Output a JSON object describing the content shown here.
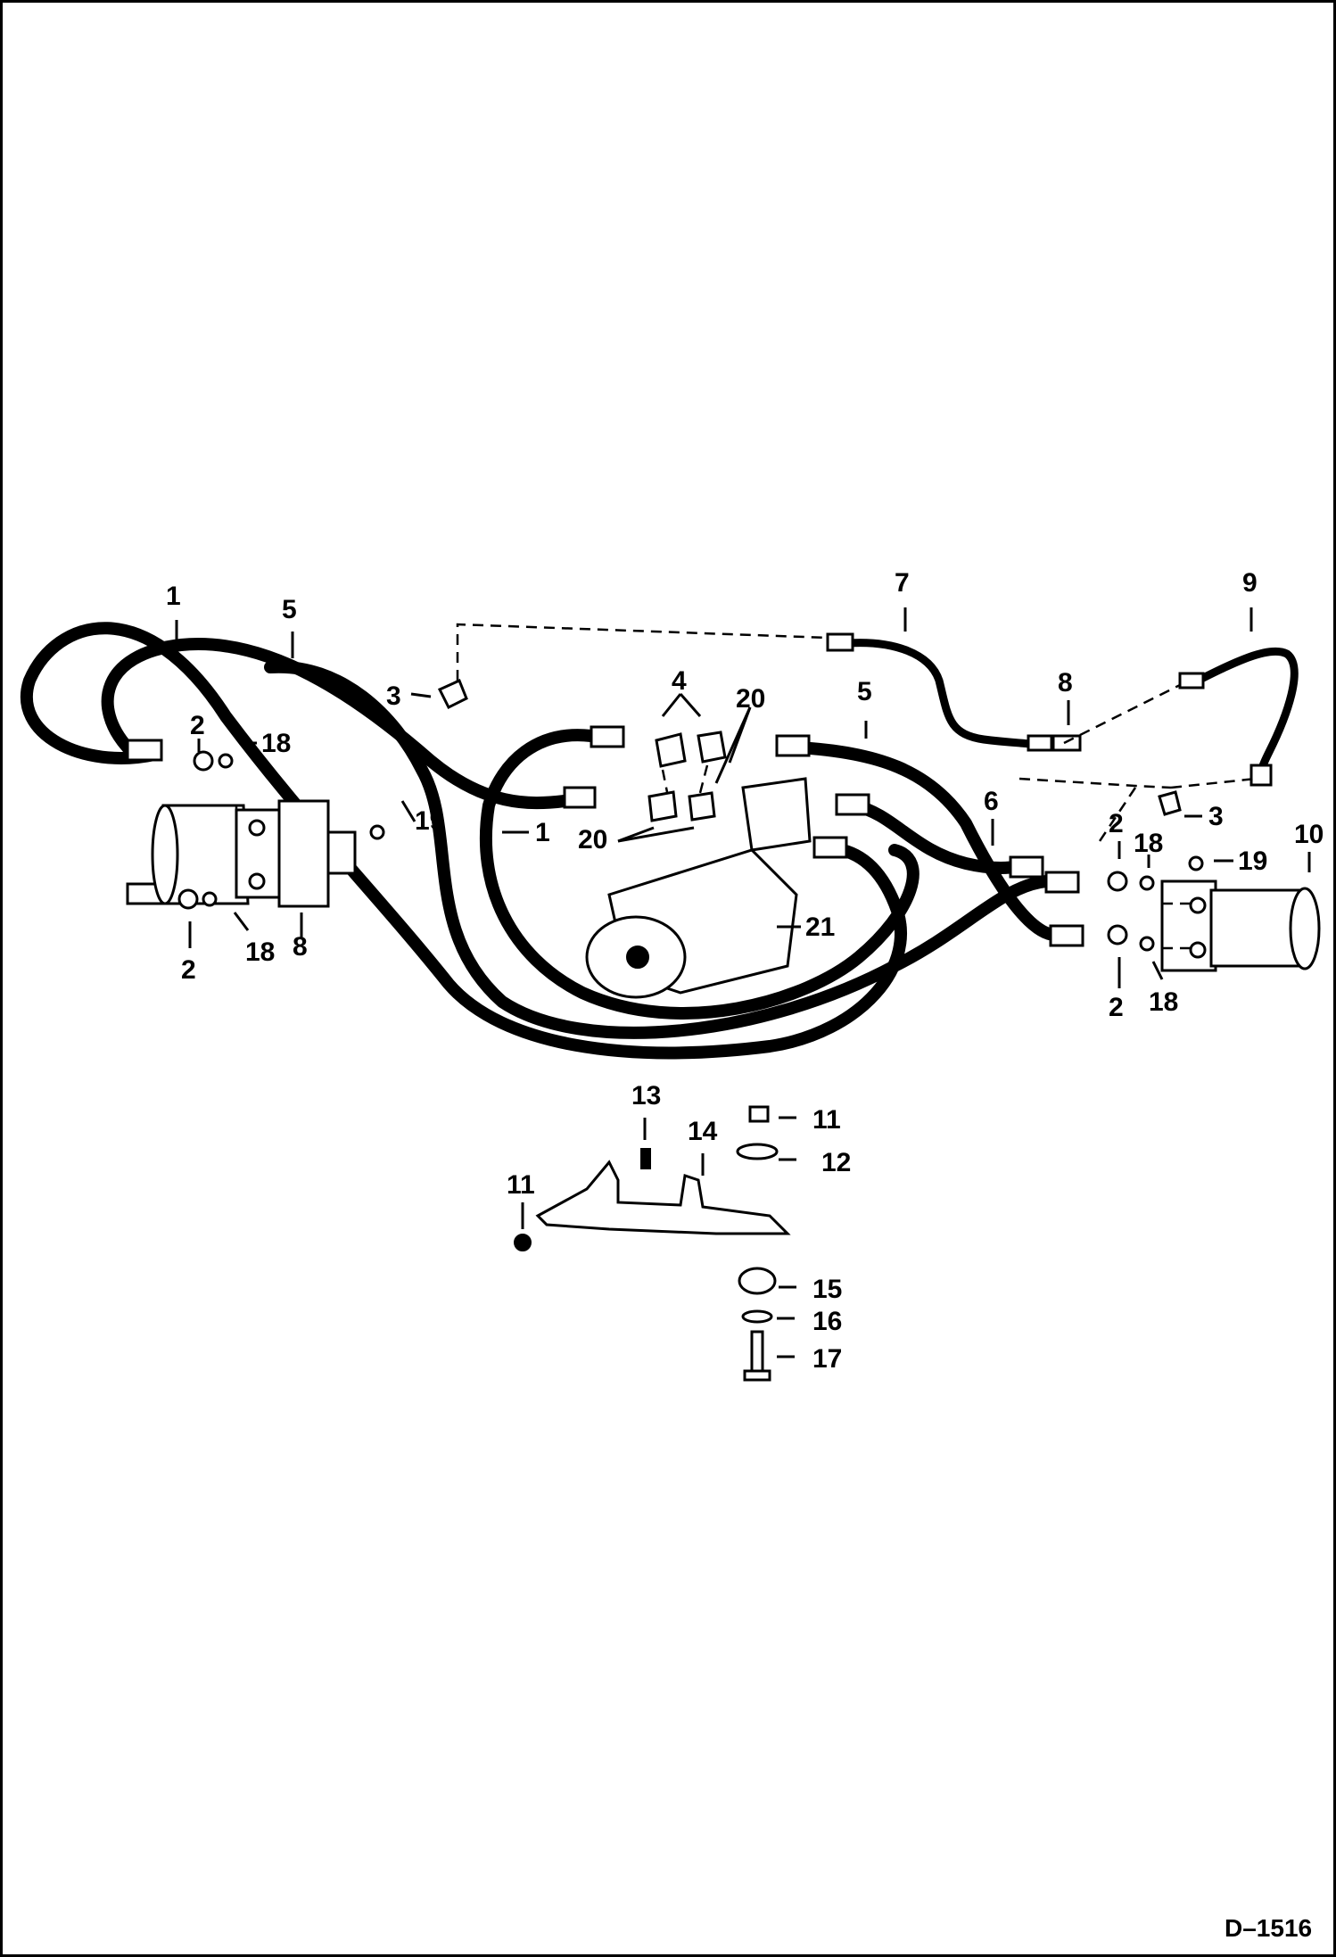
{
  "drawing_code": "D–1516",
  "callouts": [
    {
      "id": "c1-left",
      "text": "1"
    },
    {
      "id": "c5-left",
      "text": "5"
    },
    {
      "id": "c3-left",
      "text": "3"
    },
    {
      "id": "c2-upper-left",
      "text": "2"
    },
    {
      "id": "c18-upper-left",
      "text": "18"
    },
    {
      "id": "c19-left",
      "text": "19"
    },
    {
      "id": "c2-lower-left",
      "text": "2"
    },
    {
      "id": "c18-lower-left",
      "text": "18"
    },
    {
      "id": "c8-left",
      "text": "8"
    },
    {
      "id": "c1-center",
      "text": "1"
    },
    {
      "id": "c4",
      "text": "4"
    },
    {
      "id": "c20-upper",
      "text": "20"
    },
    {
      "id": "c20-lower",
      "text": "20"
    },
    {
      "id": "c21",
      "text": "21"
    },
    {
      "id": "c7",
      "text": "7"
    },
    {
      "id": "c5-right",
      "text": "5"
    },
    {
      "id": "c8-right",
      "text": "8"
    },
    {
      "id": "c6",
      "text": "6"
    },
    {
      "id": "c9",
      "text": "9"
    },
    {
      "id": "c3-right",
      "text": "3"
    },
    {
      "id": "c10",
      "text": "10"
    },
    {
      "id": "c2-upper-right",
      "text": "2"
    },
    {
      "id": "c18-upper-right",
      "text": "18"
    },
    {
      "id": "c19-right",
      "text": "19"
    },
    {
      "id": "c2-lower-right",
      "text": "2"
    },
    {
      "id": "c18-lower-right",
      "text": "18"
    },
    {
      "id": "c13",
      "text": "13"
    },
    {
      "id": "c14",
      "text": "14"
    },
    {
      "id": "c11-left",
      "text": "11"
    },
    {
      "id": "c11-right",
      "text": "11"
    },
    {
      "id": "c12",
      "text": "12"
    },
    {
      "id": "c15",
      "text": "15"
    },
    {
      "id": "c16",
      "text": "16"
    },
    {
      "id": "c17",
      "text": "17"
    }
  ]
}
